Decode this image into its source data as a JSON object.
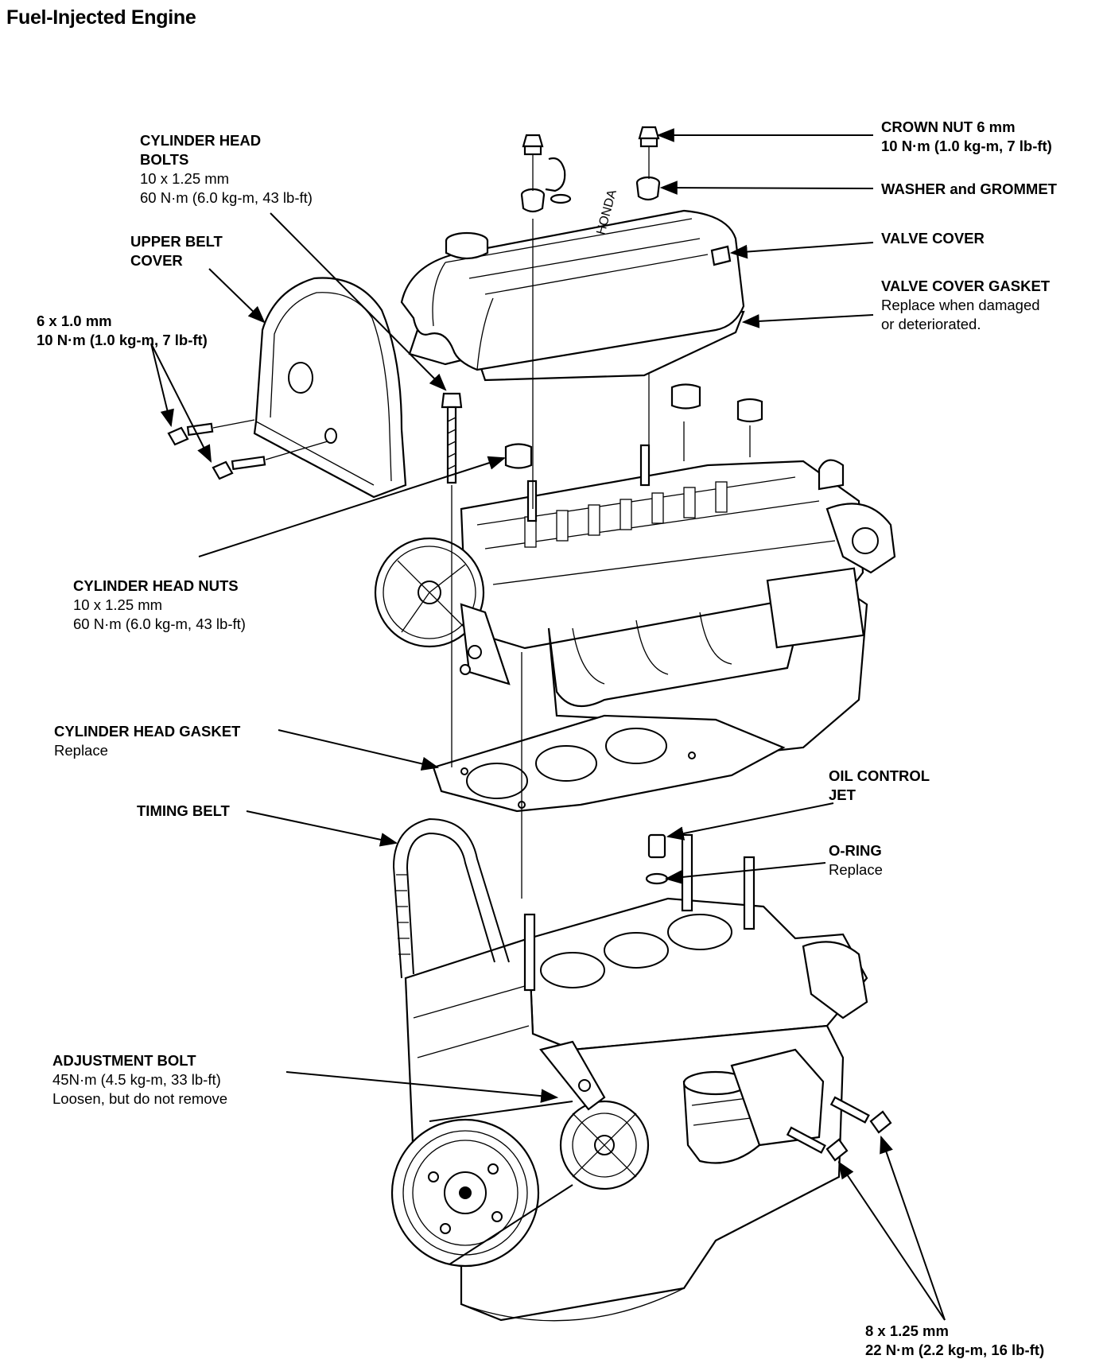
{
  "title": "Fuel-Injected Engine",
  "labels": {
    "cylinder_head_bolts": {
      "name": [
        "CYLINDER HEAD",
        "BOLTS"
      ],
      "spec": [
        "10 x 1.25 mm",
        "60 N·m (6.0 kg-m, 43 lb-ft)"
      ]
    },
    "upper_belt_cover": {
      "name": [
        "UPPER BELT",
        "COVER"
      ]
    },
    "cover_bolts": {
      "spec": [
        "6 x 1.0 mm",
        "10 N·m (1.0 kg-m, 7 lb-ft)"
      ]
    },
    "crown_nut": {
      "name": [
        "CROWN NUT 6 mm"
      ],
      "spec": [
        "10 N·m (1.0 kg-m, 7 lb-ft)"
      ]
    },
    "washer_grommet": {
      "name": [
        "WASHER and GROMMET"
      ]
    },
    "valve_cover": {
      "name": [
        "VALVE COVER"
      ]
    },
    "valve_cover_gasket": {
      "name": [
        "VALVE COVER GASKET"
      ],
      "note": [
        "Replace when damaged",
        "or deteriorated."
      ]
    },
    "cylinder_head_nuts": {
      "name": [
        "CYLINDER HEAD NUTS"
      ],
      "spec": [
        "10 x 1.25 mm",
        "60 N·m (6.0 kg-m, 43 lb-ft)"
      ]
    },
    "cylinder_head_gasket": {
      "name": [
        "CYLINDER HEAD GASKET"
      ],
      "note": [
        "Replace"
      ]
    },
    "oil_control_jet": {
      "name": [
        "OIL CONTROL",
        "JET"
      ]
    },
    "o_ring": {
      "name": [
        "O-RING"
      ],
      "note": [
        "Replace"
      ]
    },
    "timing_belt": {
      "name": [
        "TIMING BELT"
      ]
    },
    "adjustment_bolt": {
      "name": [
        "ADJUSTMENT BOLT"
      ],
      "spec": [
        "45N·m (4.5 kg-m, 33 lb-ft)",
        "Loosen, but do not remove"
      ]
    },
    "lower_bolts": {
      "spec": [
        "8 x 1.25 mm",
        "22 N·m (2.2 kg-m, 16 lb-ft)"
      ]
    }
  }
}
